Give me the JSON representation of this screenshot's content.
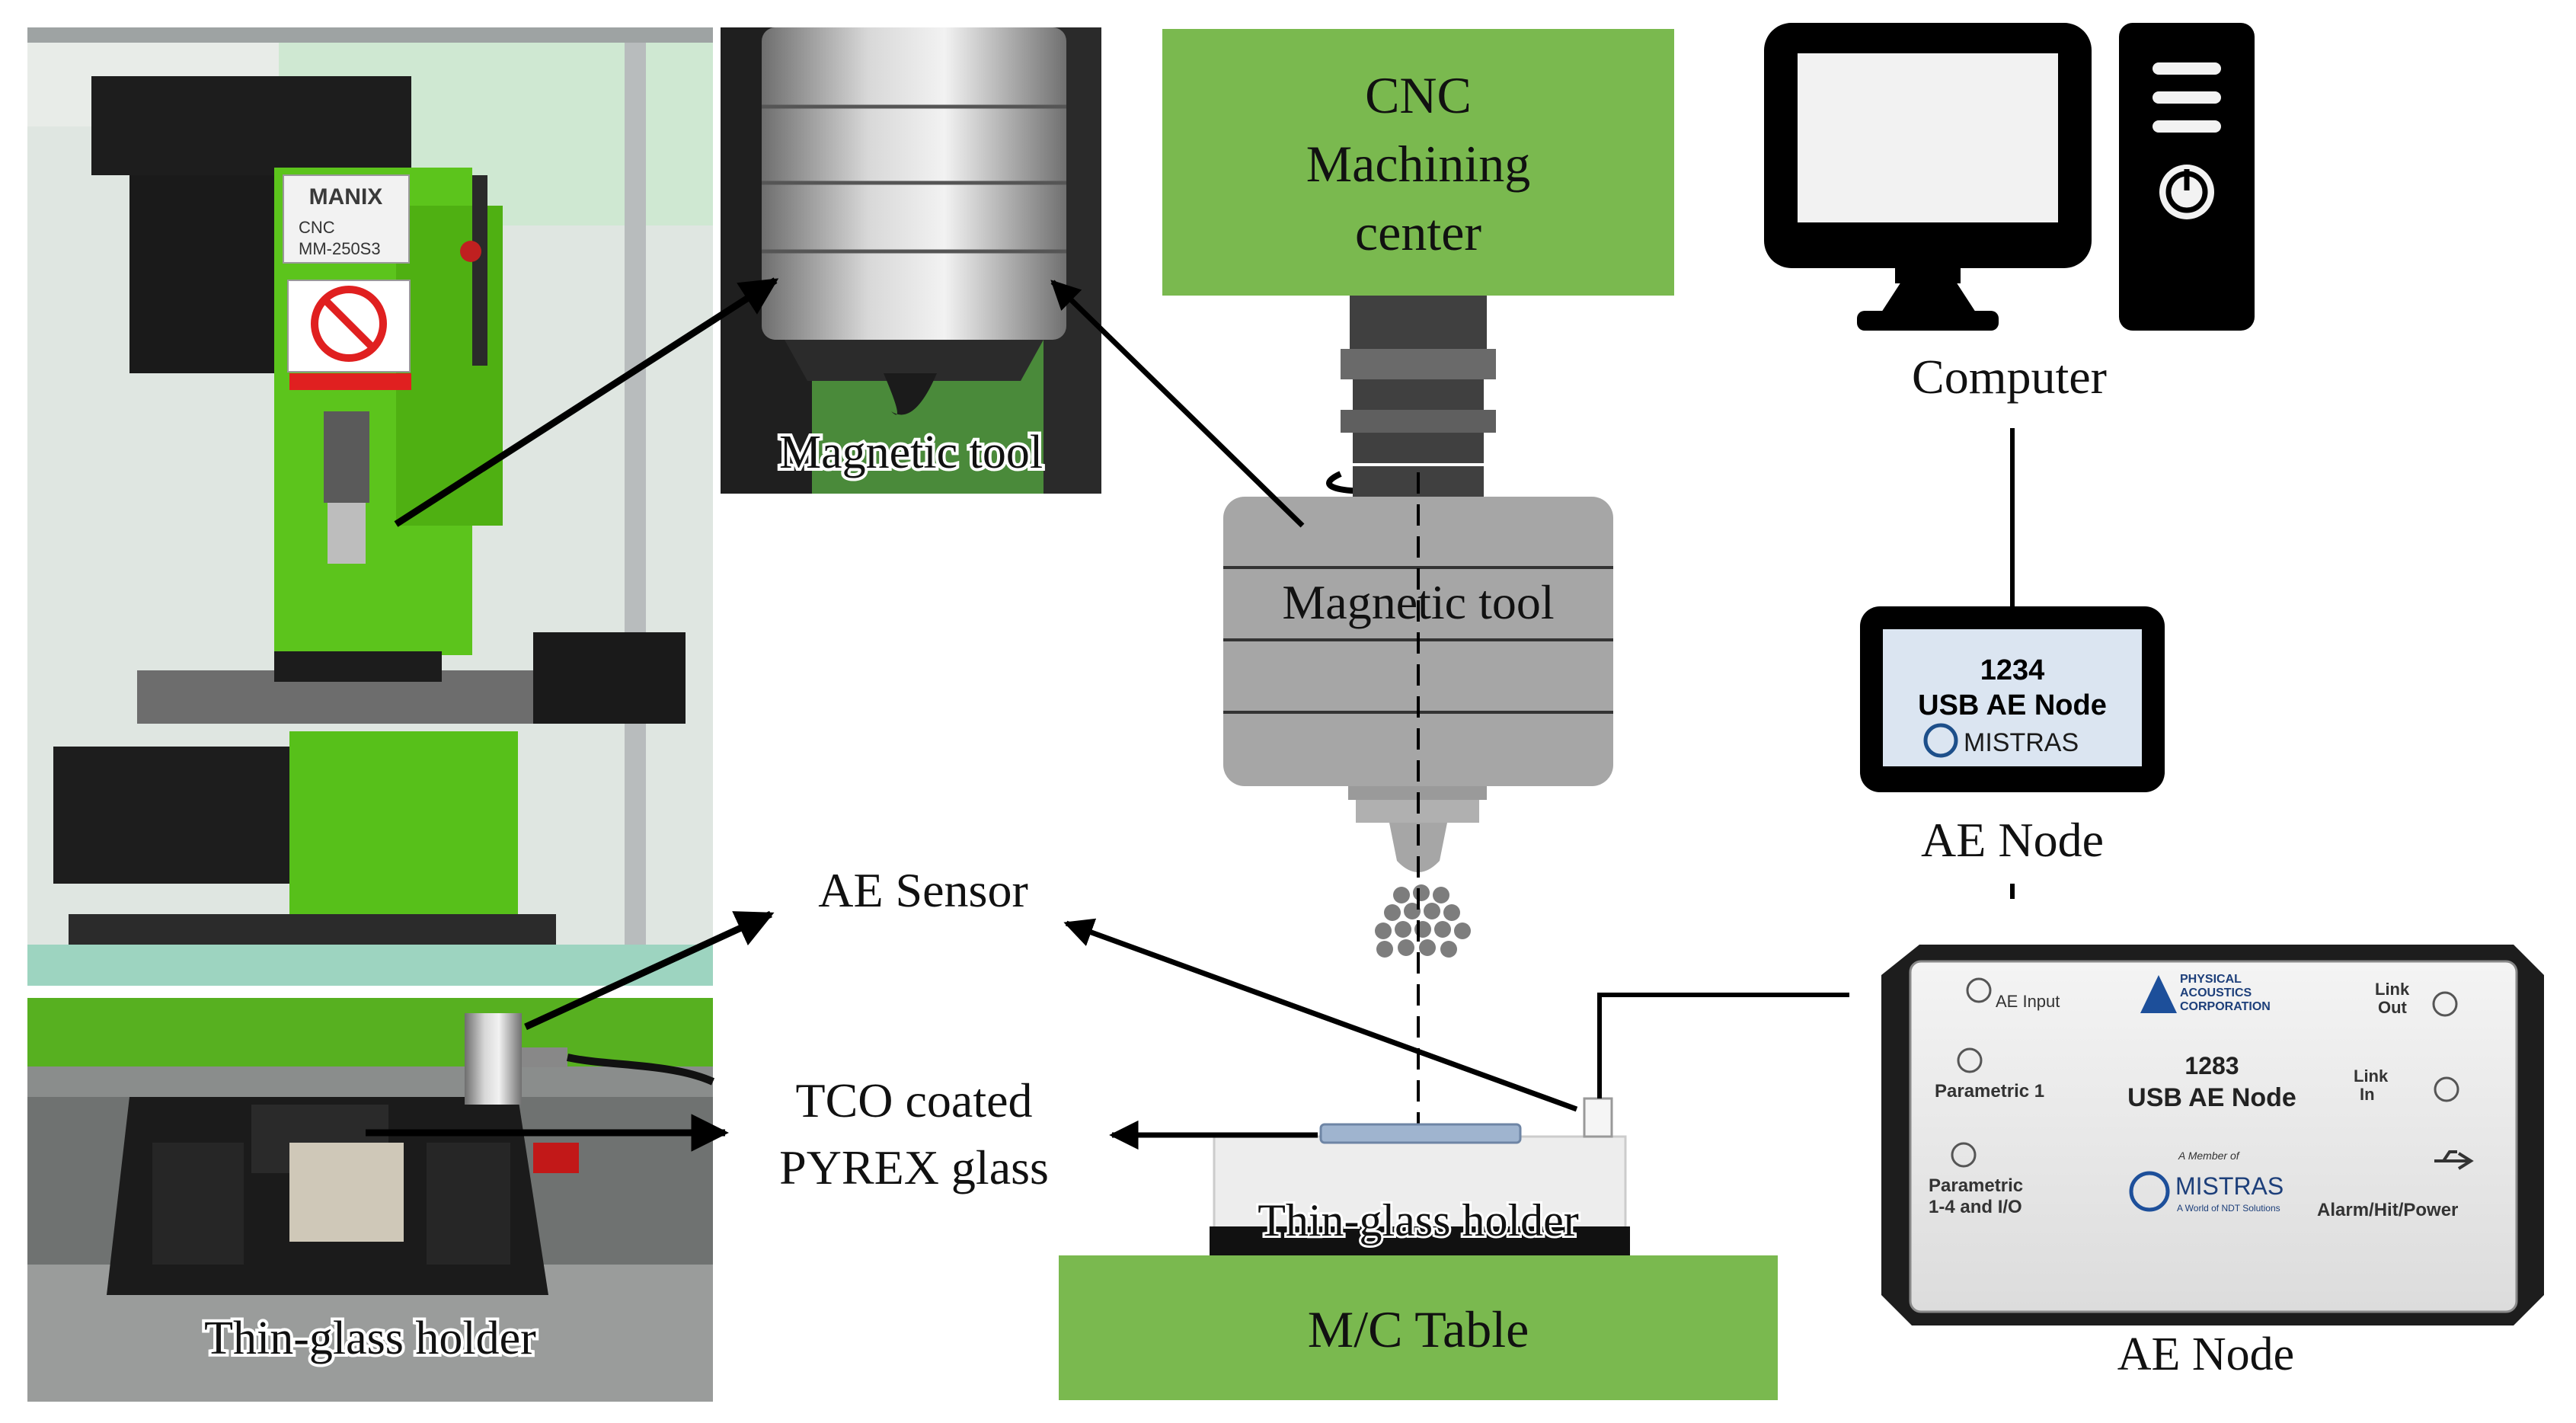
{
  "photos": {
    "machine": {
      "machine_brand": "MANIX",
      "machine_model_line1": "CNC",
      "machine_model_line2": "MM-250S3"
    },
    "magnetic_tool_closeup": {
      "label": "Magnetic tool"
    },
    "holder_closeup": {
      "label": "Thin-glass holder"
    },
    "ae_node_photo": {
      "label": "AE Node",
      "company_line1": "PHYSICAL",
      "company_line2": "ACOUSTICS",
      "company_line3": "CORPORATION",
      "model_number": "1283",
      "model_name": "USB AE Node",
      "brand": "MISTRAS",
      "tagline": "A World of NDT Solutions",
      "member_of": "A Member of",
      "port_ae_input": "AE Input",
      "port_link_out_1": "Link",
      "port_link_out_2": "Out",
      "port_parametric_1": "Parametric 1",
      "port_link_in_1": "Link",
      "port_link_in_2": "In",
      "port_parametric_14_1": "Parametric",
      "port_parametric_14_2": "1-4 and I/O",
      "port_alarm": "Alarm/Hit/Power"
    }
  },
  "schematic": {
    "cnc_box_line1": "CNC",
    "cnc_box_line2": "Machining",
    "cnc_box_line3": "center",
    "magnetic_tool_label": "Magnetic tool",
    "holder_label": "Thin-glass holder",
    "table_label": "M/C Table",
    "ae_sensor_label": "AE Sensor",
    "glass_label_line1": "TCO coated",
    "glass_label_line2": "PYREX glass",
    "computer_label": "Computer",
    "ae_node_label": "AE Node",
    "ae_node_screen_line1": "1234",
    "ae_node_screen_line2": "USB AE Node",
    "ae_node_screen_line3": "MISTRAS"
  },
  "colors": {
    "green_box": "#7ab94f",
    "machine_green": "#5cc41c",
    "tool_gray": "#a6a6a6",
    "screen_blue": "#dbe5f1",
    "glass_blue": "#9fb4cf",
    "black": "#000000"
  }
}
